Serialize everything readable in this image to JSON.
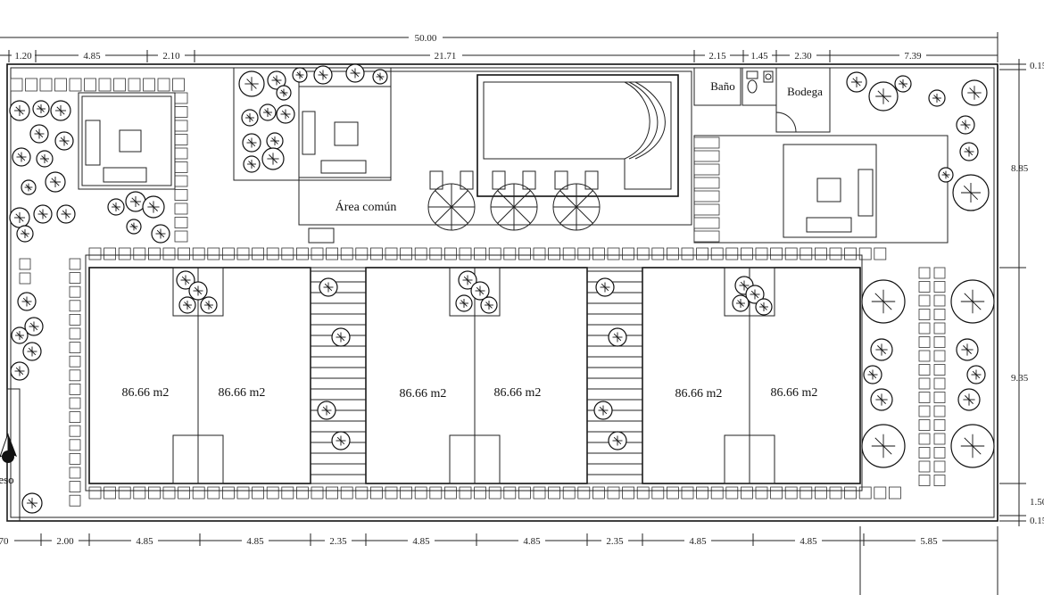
{
  "dimensions": {
    "top_total": "50.00",
    "top": [
      "1.20",
      "4.85",
      "2.10",
      "21.71",
      "2.15",
      "1.45",
      "2.30",
      "7.39"
    ],
    "bottom": [
      "70",
      "2.00",
      "4.85",
      "4.85",
      "2.35",
      "4.85",
      "4.85",
      "2.35",
      "4.85",
      "4.85",
      "5.85"
    ],
    "right": [
      "0.15",
      "8.85",
      "9.35",
      "1.50",
      "0.15"
    ]
  },
  "rooms": {
    "common_area": "Área común",
    "bathroom": "Baño",
    "storage": "Bodega",
    "entrance": "eso"
  },
  "units": [
    "86.66 m2",
    "86.66 m2",
    "86.66 m2",
    "86.66 m2",
    "86.66 m2",
    "86.66 m2"
  ],
  "icons": [
    "tree-icon",
    "sofa-icon",
    "umbrella-icon",
    "pool-icon",
    "toilet-icon",
    "north-arrow-icon"
  ]
}
